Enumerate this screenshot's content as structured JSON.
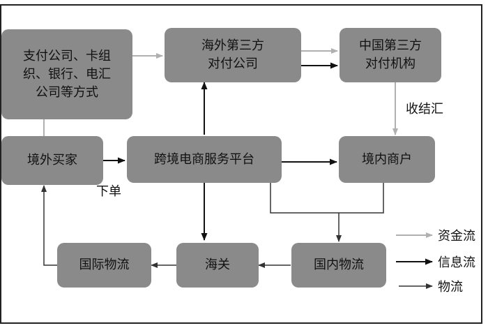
{
  "nodes": {
    "payment_company": "支付公司、卡组\n织、银行、电汇\n公司等方式",
    "overseas_third_party": "海外第三方\n对付公司",
    "china_third_party": "中国第三方\n对付机构",
    "overseas_buyer": "境外买家",
    "platform": "跨境电商服务平台",
    "domestic_merchant": "境内商户",
    "intl_logistics": "国际物流",
    "customs": "海关",
    "domestic_logistics": "国内物流"
  },
  "labels": {
    "settlement": "收结汇",
    "place_order": "下单"
  },
  "legend": {
    "capital_flow": "资金流",
    "info_flow": "信息流",
    "logistics_flow": "物流"
  },
  "colors": {
    "box_fill": "#8a8a8a",
    "capital_line": "#b0b0b0",
    "info_line": "#111111",
    "logistics_line": "#333333"
  }
}
